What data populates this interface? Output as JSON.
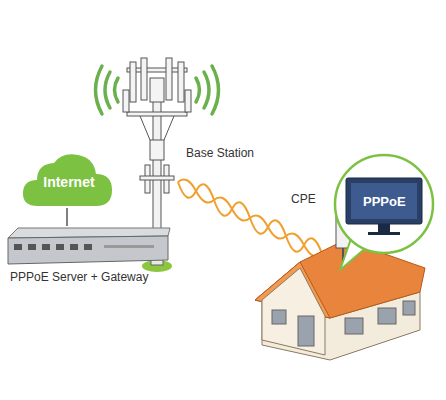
{
  "diagram": {
    "nodes": [
      {
        "text": [
          "Internet"
        ]
      },
      {
        "text": [
          "PPPoE Server + Gateway"
        ]
      },
      {
        "text": [
          "PPPoE"
        ]
      }
    ],
    "edges": [
      {
        "from": 0,
        "to": 1,
        "arrow": "none"
      }
    ],
    "labels": [
      "Base Station",
      "CPE"
    ]
  }
}
